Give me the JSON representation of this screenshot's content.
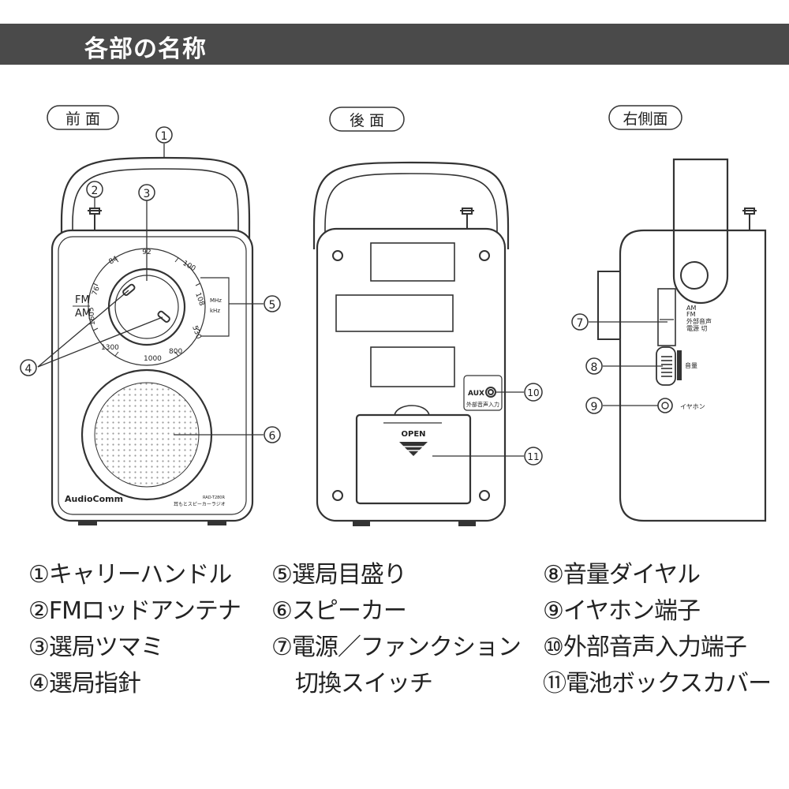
{
  "header": {
    "title": "各部の名称"
  },
  "views": {
    "front": "前 面",
    "back": "後 面",
    "side": "右側面"
  },
  "callouts": [
    "①",
    "②",
    "③",
    "④",
    "⑤",
    "⑥",
    "⑦",
    "⑧",
    "⑨",
    "⑩",
    "⑪"
  ],
  "front": {
    "band_fm": "FM",
    "band_am": "AM",
    "fm_scale": [
      "76",
      "84",
      "92",
      "100",
      "108"
    ],
    "fm_unit": "MHz",
    "am_scale": [
      "1605",
      "1300",
      "1000",
      "800",
      "530"
    ],
    "am_unit": "kHz",
    "brand": "AudioComm",
    "model": "RAD-T280R",
    "model_desc": "耳もとスピーカーラジオ"
  },
  "back": {
    "aux_label": "AUX",
    "aux_caption": "外部音声入力",
    "open_label": "OPEN"
  },
  "side": {
    "switch_labels": [
      "AM",
      "FM",
      "外部音声",
      "電源 切"
    ],
    "volume_label": "音量",
    "earphone_label": "イヤホン"
  },
  "legend": {
    "col1": [
      "①キャリーハンドル",
      "②FMロッドアンテナ",
      "③選局ツマミ",
      "④選局指針"
    ],
    "col2": [
      "⑤選局目盛り",
      "⑥スピーカー",
      "⑦電源／ファンクション",
      "切換スイッチ"
    ],
    "col3": [
      "⑧音量ダイヤル",
      "⑨イヤホン端子",
      "⑩外部音声入力端子",
      "⑪電池ボックスカバー"
    ]
  },
  "colors": {
    "header_bg": "#4a4a4a",
    "line": "#333333",
    "speaker_dot": "#9a9a9a"
  }
}
